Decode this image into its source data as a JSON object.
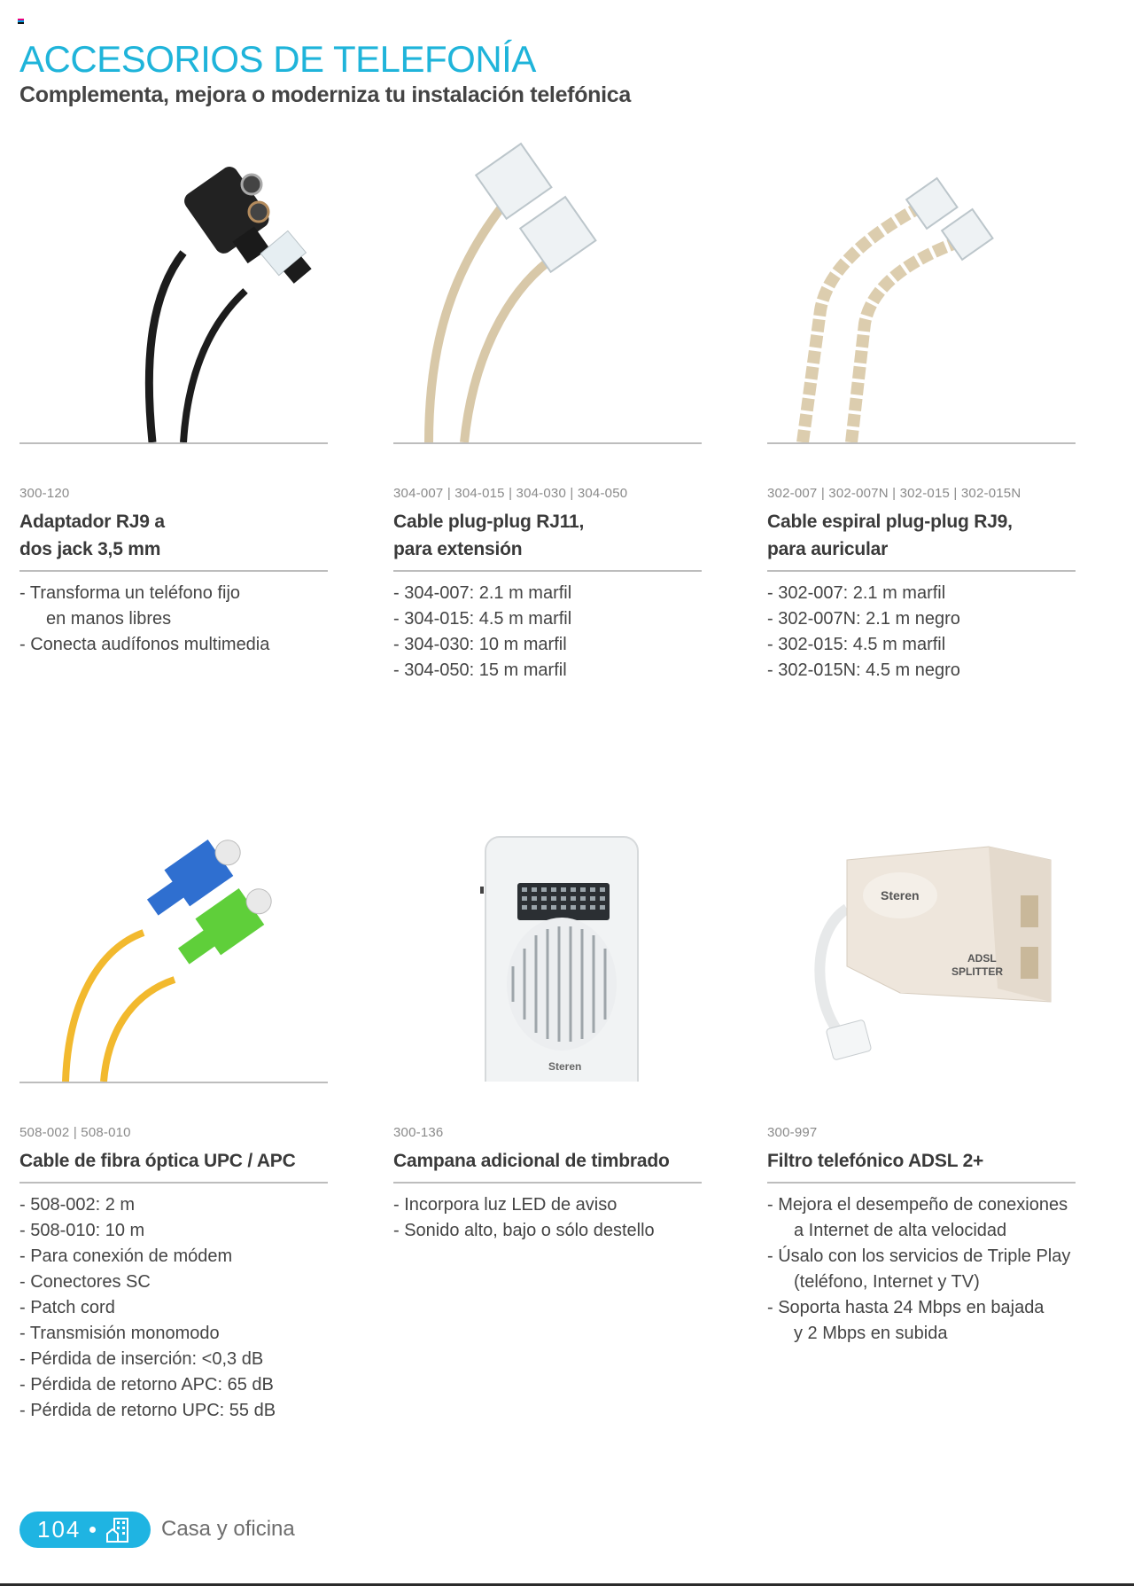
{
  "header": {
    "title": "ACCESORIOS DE TELEFONÍA",
    "subtitle": "Complementa, mejora o moderniza tu instalación telefónica",
    "accent_color": "#1fb4da"
  },
  "products": [
    {
      "sku": "300-120",
      "name_line1": "Adaptador RJ9 a",
      "name_line2": "dos jack 3,5 mm",
      "image": "black-rj9-to-dual-3.5mm-jack-adapter",
      "features": [
        "Transforma un teléfono fijo",
        "Conecta audífonos multimedia"
      ],
      "feature_continuations": {
        "0": "en manos libres"
      }
    },
    {
      "sku": "304-007 | 304-015 | 304-030 | 304-050",
      "name_line1": "Cable plug-plug RJ11,",
      "name_line2": "para extensión",
      "image": "ivory-flat-rj11-cable",
      "features": [
        "304-007: 2.1 m marfil",
        "304-015: 4.5 m marfil",
        "304-030: 10 m marfil",
        "304-050: 15 m marfil"
      ]
    },
    {
      "sku": "302-007 | 302-007N | 302-015 | 302-015N",
      "name_line1": "Cable espiral plug-plug RJ9,",
      "name_line2": "para auricular",
      "image": "ivory-coiled-rj9-cable",
      "features": [
        "302-007: 2.1 m marfil",
        "302-007N: 2.1 m negro",
        "302-015: 4.5 m marfil",
        "302-015N: 4.5 m negro"
      ]
    },
    {
      "sku": "508-002 | 508-010",
      "name_line1": "Cable de fibra óptica UPC / APC",
      "image": "fiber-optic-sc-patch-cord",
      "features": [
        "508-002: 2 m",
        "508-010: 10 m",
        "Para conexión de módem",
        "Conectores SC",
        "Patch cord",
        "Transmisión monomodo",
        "Pérdida de inserción: <0,3 dB",
        "Pérdida de retorno APC: 65 dB",
        "Pérdida de retorno UPC: 55 dB"
      ]
    },
    {
      "sku": "300-136",
      "name_line1": "Campana adicional de timbrado",
      "image": "white-ringer-bell-steren",
      "brand_text": "Steren",
      "features": [
        "Incorpora luz LED de aviso",
        "Sonido alto, bajo o sólo destello"
      ]
    },
    {
      "sku": "300-997",
      "name_line1": "Filtro telefónico ADSL 2+",
      "image": "adsl-splitter-steren",
      "brand_text": "Steren",
      "device_label_1": "ADSL",
      "device_label_2": "SPLITTER",
      "features": [
        "Mejora el desempeño de conexiones",
        "Úsalo con los servicios de Triple Play",
        "Soporta hasta 24 Mbps en bajada"
      ],
      "feature_continuations": {
        "0": "a Internet de alta velocidad",
        "1": "(teléfono, Internet y TV)",
        "2": "y 2 Mbps en subida"
      }
    }
  ],
  "footer": {
    "page_number": "104",
    "section_icon": "building-house-icon",
    "section_label": "Casa y oficina",
    "pill_color": "#1fb4e2"
  }
}
